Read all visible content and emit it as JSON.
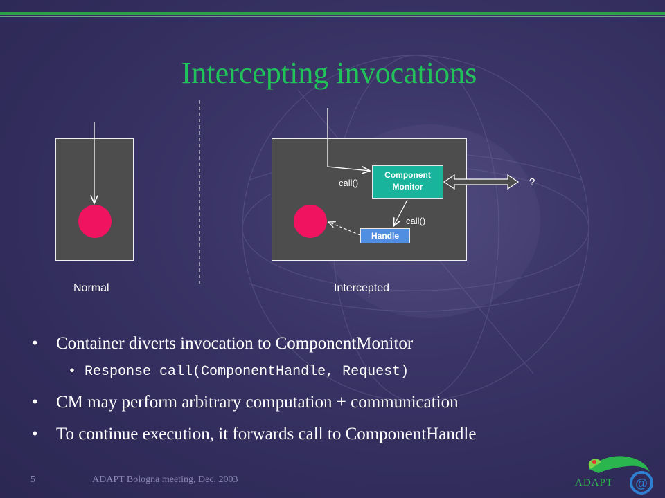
{
  "slide": {
    "title": "Intercepting invocations",
    "footer": {
      "page_number": "5",
      "text": "ADAPT Bologna meeting, Dec. 2003",
      "logo_text": "ADAPT"
    }
  },
  "diagram": {
    "normal_label": "Normal",
    "intercepted_label": "Intercepted",
    "component_monitor_line1": "Component",
    "component_monitor_line2": "Monitor",
    "handle_label": "Handle",
    "call_label_1": "call()",
    "call_label_2": "call()",
    "question_mark": "?"
  },
  "bullets": [
    {
      "text": "Container diverts invocation to ComponentMonitor",
      "level": 1
    },
    {
      "text": "Response call(ComponentHandle, Request)",
      "level": 2
    },
    {
      "text": "CM may perform arbitrary computation + communication",
      "level": 1
    },
    {
      "text": "To continue execution, it forwards call to ComponentHandle",
      "level": 1
    }
  ],
  "colors": {
    "title": "#22c25a",
    "background": "#312c5b",
    "circle": "#f0135f",
    "component_monitor": "#18b59c",
    "handle": "#4f8ee0"
  }
}
